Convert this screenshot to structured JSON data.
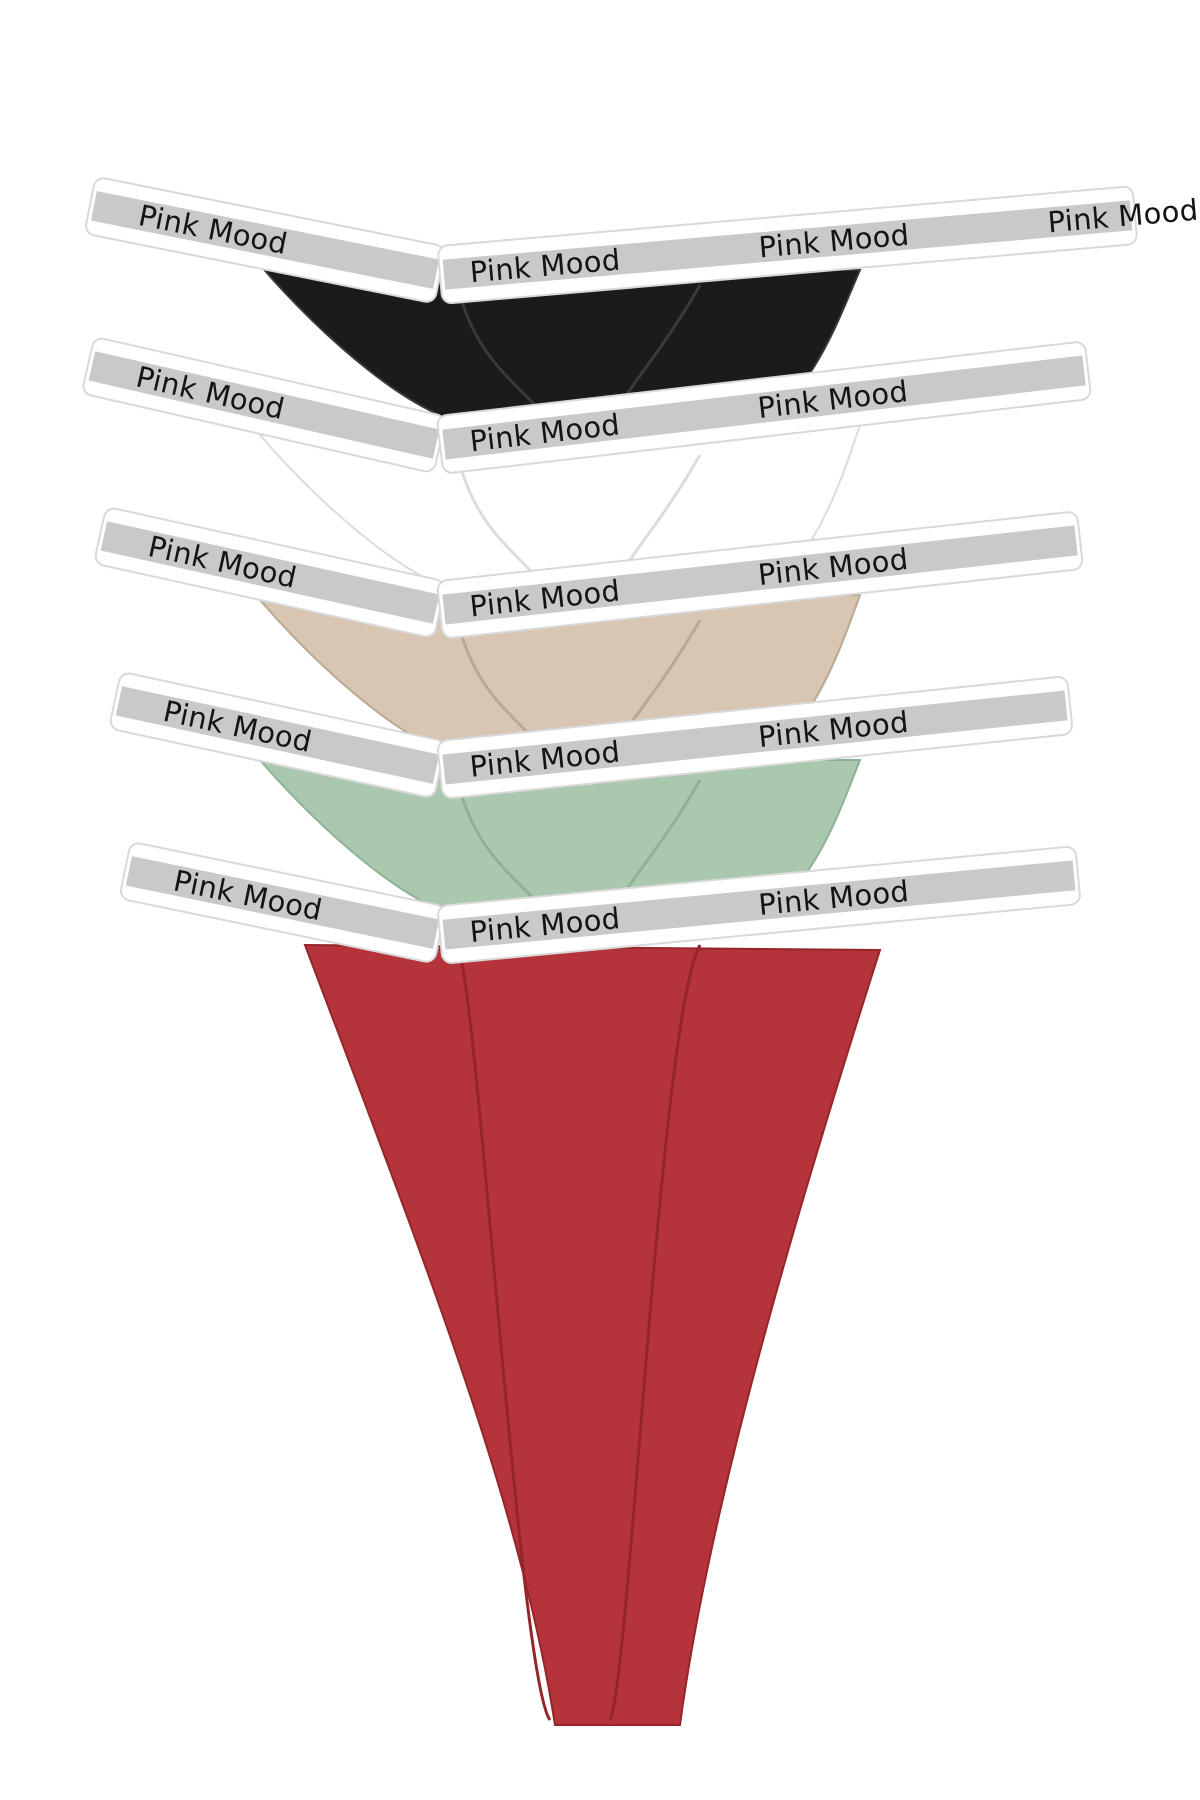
{
  "product": {
    "brand_text": "Pink Mood",
    "garments": [
      {
        "color_name": "black",
        "color": "#1b1b1b",
        "seam": "#3a3a3a"
      },
      {
        "color_name": "white",
        "color": "#ffffff",
        "seam": "#dcdcdc"
      },
      {
        "color_name": "beige",
        "color": "#d8c6b2",
        "seam": "#bba892"
      },
      {
        "color_name": "sage green",
        "color": "#a9c8ad",
        "seam": "#8fb295"
      },
      {
        "color_name": "red",
        "color": "#b5333a",
        "seam": "#952529"
      }
    ],
    "band_colors": {
      "base": "#ffffff",
      "stripe": "#c9c9c9",
      "edge": "#d9d9d9"
    }
  }
}
